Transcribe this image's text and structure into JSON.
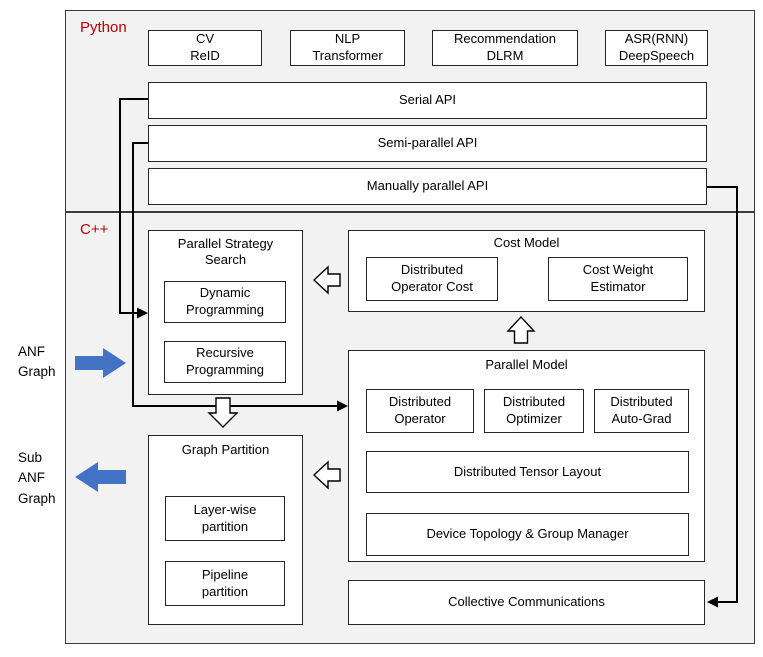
{
  "colors": {
    "accent_red": "#C00000",
    "arrow_blue": "#4472C4",
    "section_bg": "#F2F2F2"
  },
  "python": {
    "label": "Python",
    "apps": [
      {
        "label": "CV\nReID"
      },
      {
        "label": "NLP\nTransformer"
      },
      {
        "label": "Recommendation\nDLRM"
      },
      {
        "label": "ASR(RNN)\nDeepSpeech"
      }
    ],
    "apis": [
      {
        "label": "Serial API"
      },
      {
        "label": "Semi-parallel API"
      },
      {
        "label": "Manually parallel API"
      }
    ]
  },
  "cpp": {
    "label": "C++",
    "strategy": {
      "title": "Parallel Strategy\nSearch",
      "items": [
        {
          "label": "Dynamic\nProgramming"
        },
        {
          "label": "Recursive\nProgramming"
        }
      ]
    },
    "cost_model": {
      "title": "Cost Model",
      "items": [
        {
          "label": "Distributed\nOperator Cost"
        },
        {
          "label": "Cost Weight\nEstimator"
        }
      ]
    },
    "parallel_model": {
      "title": "Parallel Model",
      "row": [
        {
          "label": "Distributed\nOperator"
        },
        {
          "label": "Distributed\nOptimizer"
        },
        {
          "label": "Distributed\nAuto-Grad"
        }
      ],
      "wide": [
        {
          "label": "Distributed Tensor Layout"
        },
        {
          "label": "Device Topology & Group Manager"
        }
      ]
    },
    "graph_partition": {
      "title": "Graph Partition",
      "items": [
        {
          "label": "Layer-wise\npartition"
        },
        {
          "label": "Pipeline\npartition"
        }
      ]
    },
    "collective": {
      "label": "Collective Communications"
    }
  },
  "io": {
    "input_label": "ANF\nGraph",
    "output_label": "Sub\nANF\nGraph"
  }
}
